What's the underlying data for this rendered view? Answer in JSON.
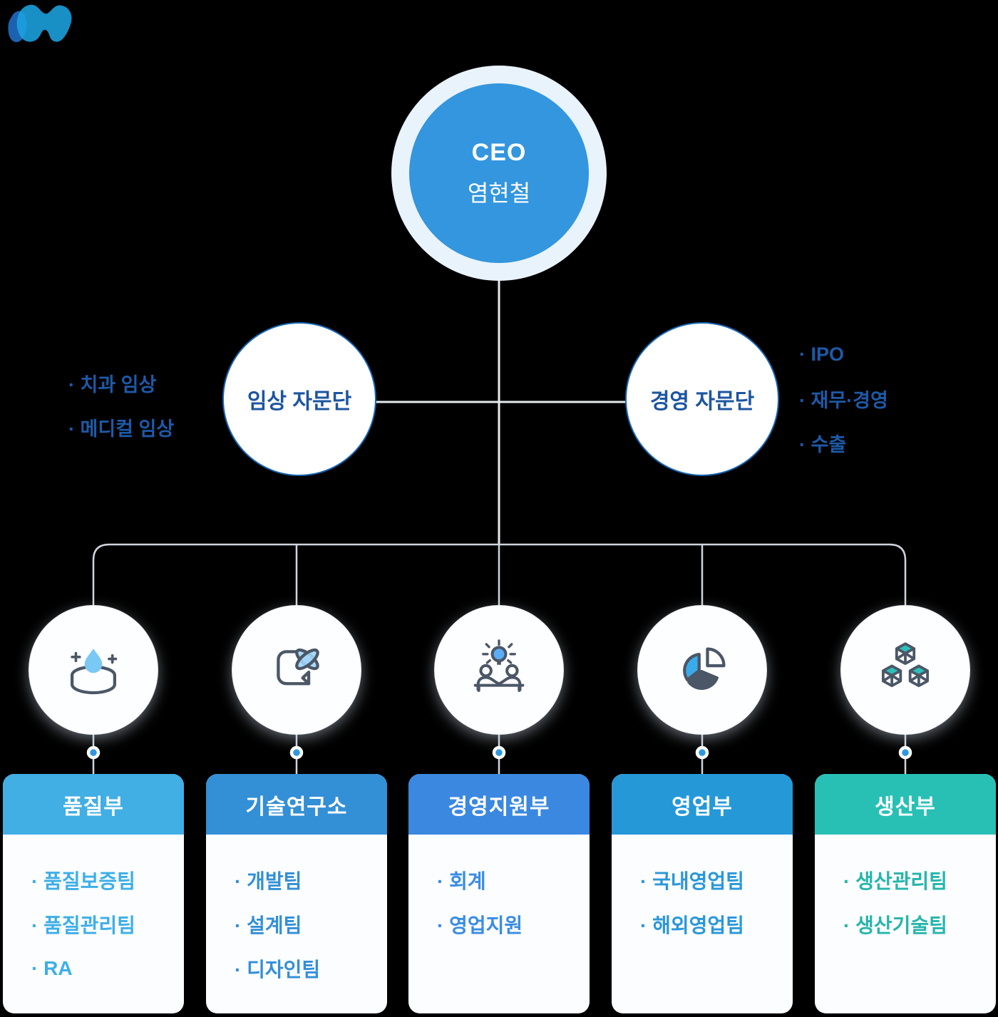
{
  "canvas": {
    "background": "#000000"
  },
  "logo": {
    "label": "company-logo",
    "left_blob_color": "#1b62b0",
    "right_blob_color": "#1ba3e0"
  },
  "bullet": "·",
  "colors": {
    "line": "#cfd5dd",
    "line_strong": "#e7eaee",
    "node_dot": "#2e97e1",
    "advisor_border": "#1565b4",
    "advisor_text": "#1d55a0",
    "side_item_text": "#1d5aa8",
    "ceo_ring": "#e9f3fc",
    "ceo_fill": "#3396de",
    "icon_stroke": "#4b5666",
    "icon_accent_blue": "#7ac8f4",
    "icon_accent_teal": "#2cc0b8",
    "card_body_bg": "#fbfdfe"
  },
  "ceo": {
    "role": "CEO",
    "name": "염현철"
  },
  "advisors": [
    {
      "label": "임상 자문단",
      "items": [
        "치과 임상",
        "메디컬 임상"
      ]
    },
    {
      "label": "경영 자문단",
      "items": [
        "IPO",
        "재무·경영",
        "수출"
      ]
    }
  ],
  "departments": [
    {
      "name": "품질부",
      "icon": "petri-dish-icon",
      "header_color": "#41aee4",
      "item_color": "#3daee8",
      "teams": [
        "품질보증팀",
        "품질관리팀",
        "RA"
      ]
    },
    {
      "name": "기술연구소",
      "icon": "book-atom-icon",
      "header_color": "#338fd6",
      "item_color": "#338fd8",
      "teams": [
        "개발팀",
        "설계팀",
        "디자인팀"
      ]
    },
    {
      "name": "경영지원부",
      "icon": "meeting-idea-icon",
      "header_color": "#3b88e0",
      "item_color": "#3a8ce4",
      "teams": [
        "회계",
        "영업지원"
      ]
    },
    {
      "name": "영업부",
      "icon": "pie-chart-icon",
      "header_color": "#2598d8",
      "item_color": "#2a97da",
      "teams": [
        "국내영업팀",
        "해외영업팀"
      ]
    },
    {
      "name": "생산부",
      "icon": "cubes-icon",
      "header_color": "#28c0b5",
      "item_color": "#26b5ab",
      "teams": [
        "생산관리팀",
        "생산기술팀"
      ]
    }
  ]
}
